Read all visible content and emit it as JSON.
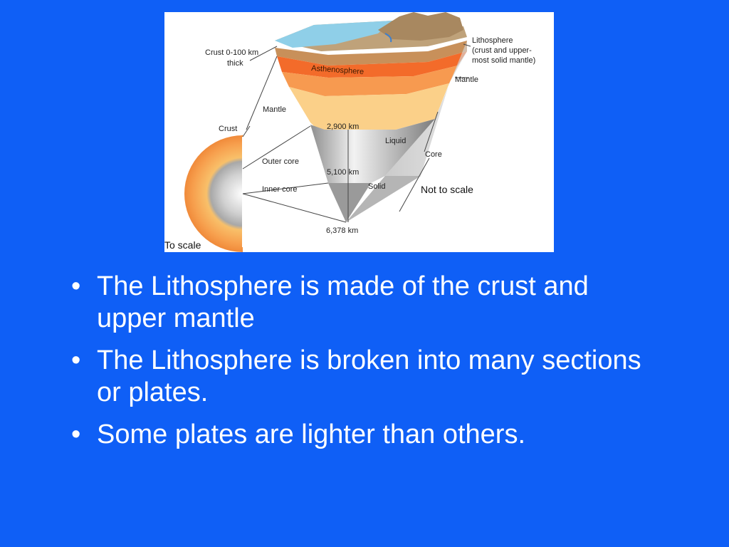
{
  "diagram": {
    "labels": {
      "crust_thickness": [
        "Crust 0-100 km",
        "thick"
      ],
      "lithosphere": [
        "Lithosphere",
        "(crust and upper-",
        "most solid mantle)"
      ],
      "asthenosphere": "Asthenosphere",
      "mantle_left": "Mantle",
      "mantle_right": "Mantle",
      "crust_left": "Crust",
      "depth_2900": "2,900 km",
      "depth_5100": "5,100 km",
      "depth_6378": "6,378 km",
      "liquid": "Liquid",
      "solid": "Solid",
      "core": "Core",
      "outer_core": "Outer core",
      "inner_core": "Inner core",
      "not_to_scale": "Not to scale",
      "to_scale": "To scale"
    },
    "colors": {
      "ocean": "#8FCFE8",
      "land": "#BFA27A",
      "lithosphere": "#C8905A",
      "asthenosphere": "#F36B2A",
      "mantle_upper": "#F79A50",
      "mantle_lower": "#FBD089",
      "core_outer": "#C9C9C9",
      "core_inner": "#A9A9A9"
    }
  },
  "bullets": [
    "The Lithosphere is made of the crust and upper mantle",
    "The Lithosphere is broken into many sections or plates.",
    "Some plates are lighter than others."
  ]
}
